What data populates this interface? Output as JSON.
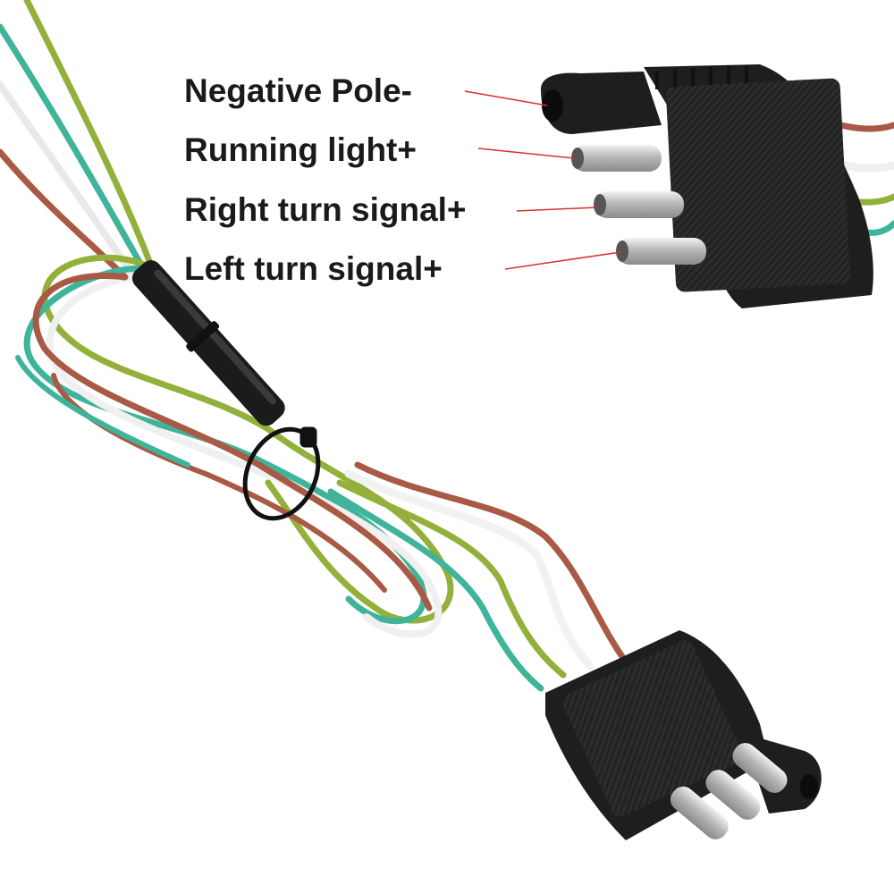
{
  "labels": {
    "negative_pole": "Negative Pole-",
    "running_light": "Running light+",
    "right_turn_signal": "Right turn signal+",
    "left_turn_signal": "Left turn signal+"
  },
  "colors": {
    "background": "#ffffff",
    "label_text": "#1a1a1a",
    "leader_line": "#d93030",
    "connector_body": "#1e1e1e",
    "pin_metal": "#c9c9c9",
    "wire_brown": "#a85a44",
    "wire_white": "#f4f4f4",
    "wire_green": "#93b03a",
    "wire_teal": "#3fb49a"
  },
  "icons": {
    "top_connector": "four-pin-flat-connector-icon",
    "bottom_connector": "four-pin-flat-connector-icon",
    "inline_fuse": "inline-fuse-holder-icon",
    "cable_tie": "cable-tie-icon"
  }
}
